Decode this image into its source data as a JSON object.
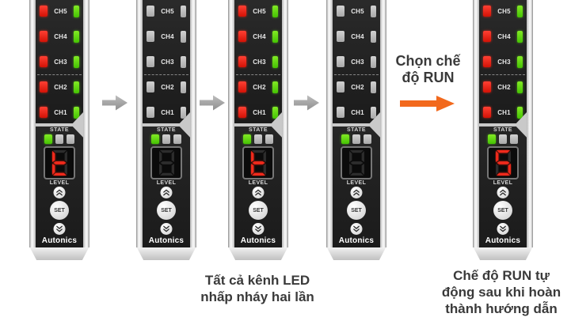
{
  "page": {
    "background": "#ffffff"
  },
  "labels": {
    "state": "STATE",
    "level": "LEVEL",
    "set": "SET",
    "brand": "Autonics"
  },
  "channel_labels": [
    "CH5",
    "CH4",
    "CH3",
    "CH2",
    "CH1"
  ],
  "devices": [
    {
      "step": 1,
      "channels": "on",
      "digit": "t",
      "state_leds": [
        "green",
        "off",
        "off"
      ]
    },
    {
      "step": 2,
      "channels": "off",
      "digit": "none",
      "state_leds": [
        "green",
        "off",
        "off"
      ]
    },
    {
      "step": 3,
      "channels": "on",
      "digit": "t",
      "state_leds": [
        "green",
        "off",
        "off"
      ]
    },
    {
      "step": 4,
      "channels": "off",
      "digit": "none",
      "state_leds": [
        "green",
        "off",
        "off"
      ]
    },
    {
      "step": 5,
      "channels": "on",
      "digit": "5",
      "state_leds": [
        "green",
        "off",
        "off"
      ]
    }
  ],
  "annotations": {
    "run_label_lines": [
      "Chọn chế",
      "độ RUN"
    ],
    "caption_blink_lines": [
      "Tất cả kênh LED",
      "nhấp nháy hai lần"
    ],
    "caption_run_lines": [
      "Chế độ RUN tự",
      "động sau khi hoàn",
      "thành hướng dẫn"
    ]
  },
  "colors": {
    "led_red": "#e32119",
    "led_green": "#5bd411",
    "led_off": "#c2c2c2",
    "digit_red": "#f02a1c",
    "panel_black": "#1f1f1f",
    "body_gray": "#d9d9d9",
    "arrow_gray": "#a5a5a5",
    "arrow_orange": "#f2691d",
    "text_dark": "#3a3a3a"
  }
}
